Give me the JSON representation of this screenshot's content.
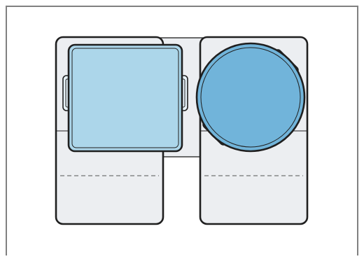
{
  "colors": {
    "frame_border": "#808080",
    "panel_fill": "#eceef1",
    "outline": "#1f1f1f",
    "square_pan_fill": "#acd6ea",
    "round_pot_fill": "#71b4da",
    "handle_fill": "#e7f2f9",
    "divider_dash": "#555555"
  },
  "icons": {
    "frame": "frame-border",
    "left_zone": "cooking-zone-left",
    "right_zone": "cooking-zone-right",
    "bridge": "bridge-zone",
    "square_pan": "square-griddle-pan-icon",
    "round_pot": "round-pot-icon"
  }
}
